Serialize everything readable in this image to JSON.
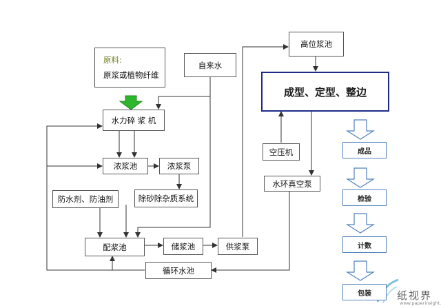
{
  "nodes": {
    "raw_material_label": "原料:",
    "raw_material_value": "原浆或植物纤维",
    "tap_water": "自来水",
    "hydrapulper": "水力碎 浆 机",
    "thick_stock_chest": "浓浆池",
    "thick_stock_pump": "浓浆泵",
    "desanding_system": "除砂除杂质系统",
    "additives": "防水剂、防油剂",
    "mixing_chest": "配浆池",
    "storage_chest": "储浆池",
    "feed_pump": "供浆泵",
    "circulation_pool": "循环水池",
    "high_level_chest": "高位浆池",
    "forming": "成型、定型、整边",
    "air_compressor": "空压机",
    "vacuum_pump": "水环真空泵"
  },
  "right_flow": [
    "成品",
    "检验",
    "计数",
    "包装"
  ],
  "colors": {
    "accent": "#1d2a8a",
    "process_border": "#4f81bd",
    "feed_arrow": "#2db52d",
    "label_green": "#6a7d1e"
  },
  "watermark": {
    "text": "纸视界",
    "url": "www.paperinsight.net"
  }
}
